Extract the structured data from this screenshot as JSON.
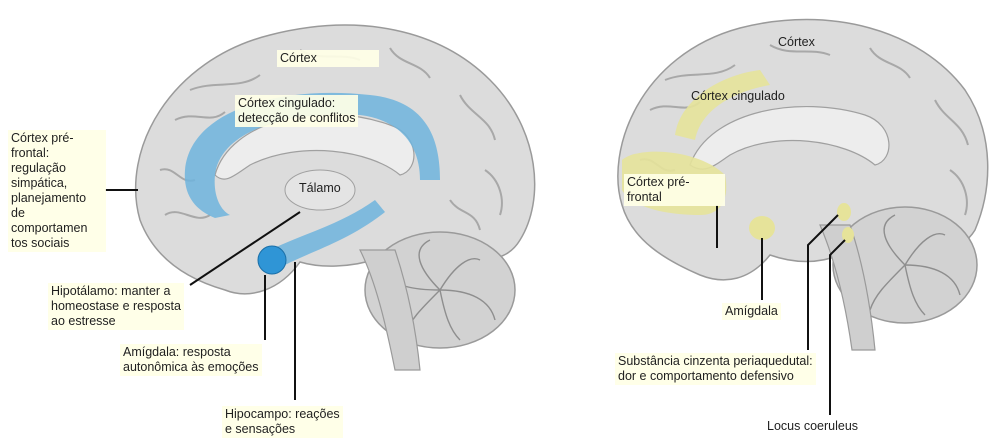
{
  "left_diagram": {
    "labels": {
      "cortex": "Córtex",
      "cingulate": "Córtex cingulado:\ndetecção de conflitos",
      "prefrontal": "Córtex pré-\nfrontal:\nregulação\nsimpática,\nplanejamento\nde\ncomportamen\ntos sociais",
      "thalamus": "Tálamo",
      "hypothalamus": "Hipotálamo: manter a\nhomeostase e resposta\nao estresse",
      "amygdala": "Amígdala: resposta\nautonômica às emoções",
      "hippocampus": "Hipocampo: reações\ne sensações"
    },
    "highlight_color": "#6fb4dd",
    "amygdala_color": "#2f95d6"
  },
  "right_diagram": {
    "labels": {
      "cortex": "Córtex",
      "cingulate": "Córtex cingulado",
      "prefrontal": "Córtex pré-\nfrontal",
      "amygdala": "Amígdala",
      "pag": "Substância cinzenta periaquedutal:\ndor e comportamento defensivo",
      "locus": "Locus coeruleus"
    },
    "highlight_color": "#e6e39a"
  },
  "colors": {
    "brain_fill": "#dcdcdc",
    "brain_inner": "#e9e9e9",
    "outline": "#9a9a9a",
    "line": "#111111"
  }
}
